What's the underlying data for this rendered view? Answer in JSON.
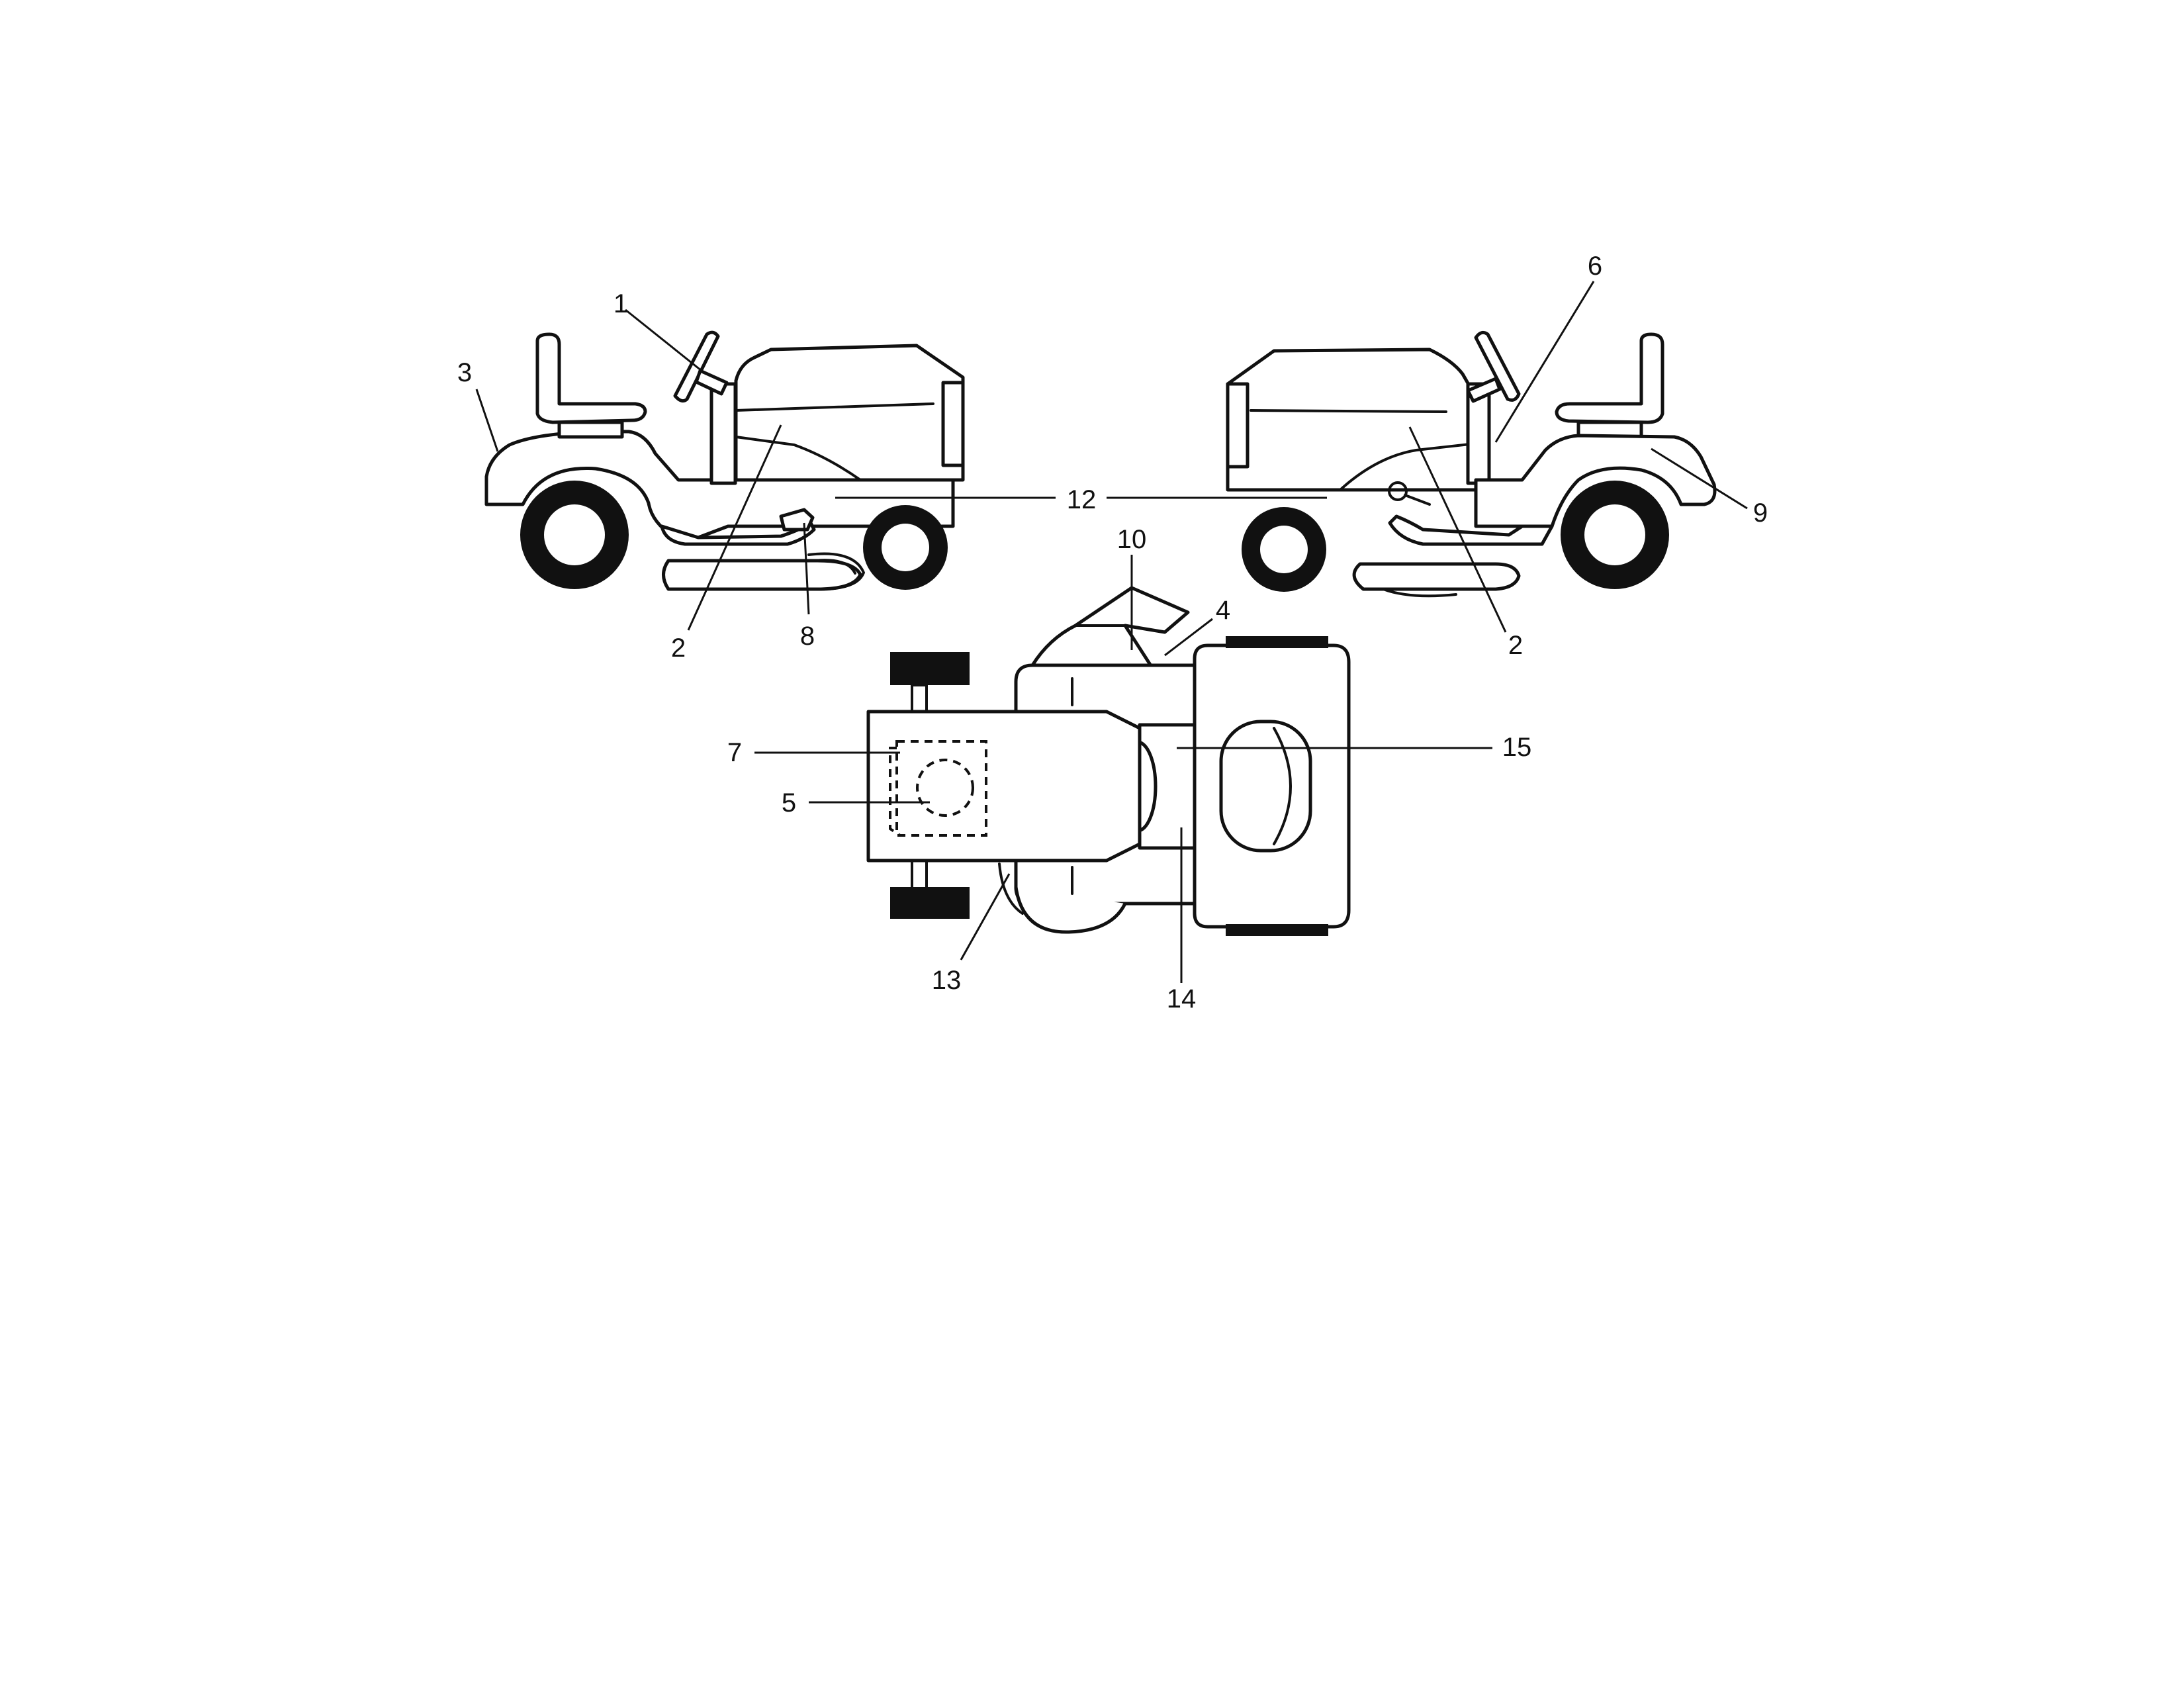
{
  "diagram": {
    "callouts": {
      "c1": "1",
      "c2_left": "2",
      "c2_right": "2",
      "c3": "3",
      "c4": "4",
      "c5": "5",
      "c6": "6",
      "c7": "7",
      "c8": "8",
      "c9": "9",
      "c10": "10",
      "c12": "12",
      "c13": "13",
      "c14": "14",
      "c15": "15"
    }
  }
}
